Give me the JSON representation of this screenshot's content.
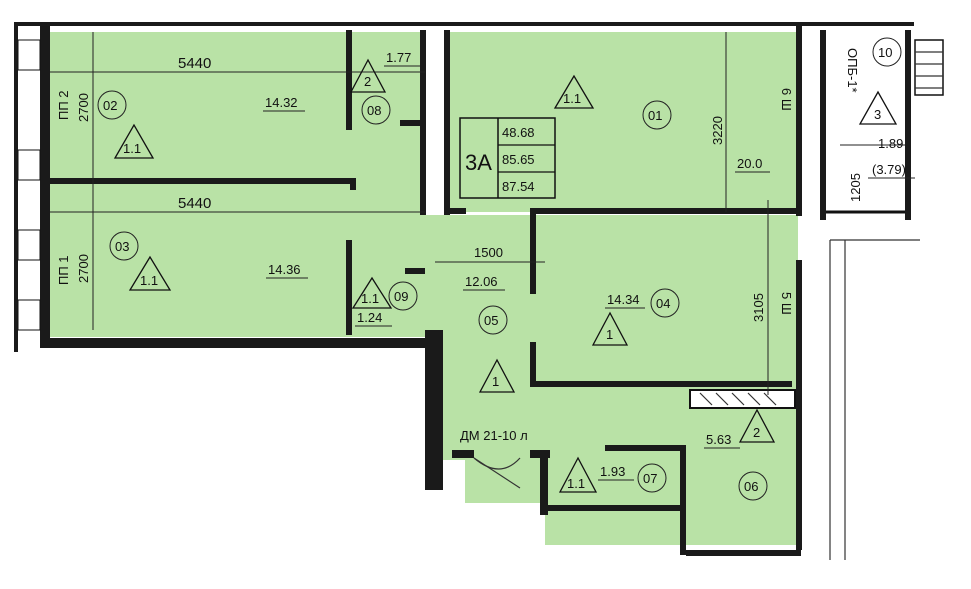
{
  "apartment": {
    "type": "3А",
    "areas": [
      "48.68",
      "85.65",
      "87.54"
    ]
  },
  "rooms": [
    {
      "id": "01",
      "area": "20.0"
    },
    {
      "id": "02",
      "area": "14.32"
    },
    {
      "id": "03",
      "area": "14.36"
    },
    {
      "id": "04",
      "area": "14.34"
    },
    {
      "id": "05",
      "area": "12.06"
    },
    {
      "id": "06",
      "area": "5.63"
    },
    {
      "id": "07",
      "area": "1.93"
    },
    {
      "id": "08",
      "area": "1.77"
    },
    {
      "id": "09",
      "area": "1.24"
    },
    {
      "id": "10",
      "area": "1.89",
      "area_alt": "(3.79)"
    }
  ],
  "tags": [
    "1.1",
    "1.1",
    "1.1",
    "1.1",
    "1.1",
    "1",
    "1",
    "2",
    "2",
    "3"
  ],
  "dimensions": [
    "5440",
    "5440",
    "2700",
    "2700",
    "3220",
    "3105",
    "1500",
    "1205"
  ],
  "side_labels": {
    "pp2": "ПП 2",
    "pp1": "ПП 1",
    "sh6": "6 Ш",
    "sh5": "5 Ш",
    "opb": "ОПБ-1*"
  },
  "door_note": "ДМ 21-10 л"
}
